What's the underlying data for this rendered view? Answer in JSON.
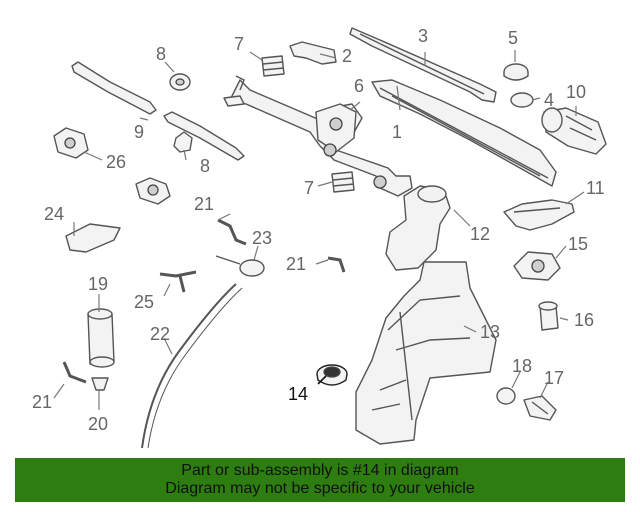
{
  "diagram": {
    "callouts": [
      "1",
      "2",
      "3",
      "4",
      "5",
      "6",
      "7",
      "7",
      "8",
      "8",
      "9",
      "10",
      "11",
      "12",
      "13",
      "14",
      "15",
      "16",
      "17",
      "18",
      "19",
      "20",
      "21",
      "21",
      "21",
      "22",
      "23",
      "24",
      "25",
      "26"
    ],
    "highlighted_part": "14"
  },
  "banner": {
    "line1": "Part or sub-assembly is #14 in diagram",
    "line2": "Diagram may not be specific to your vehicle"
  },
  "colors": {
    "banner_bg": "#2e7d10",
    "parts_stroke": "#555555",
    "label_text": "#666666",
    "highlight_text": "#111111"
  }
}
